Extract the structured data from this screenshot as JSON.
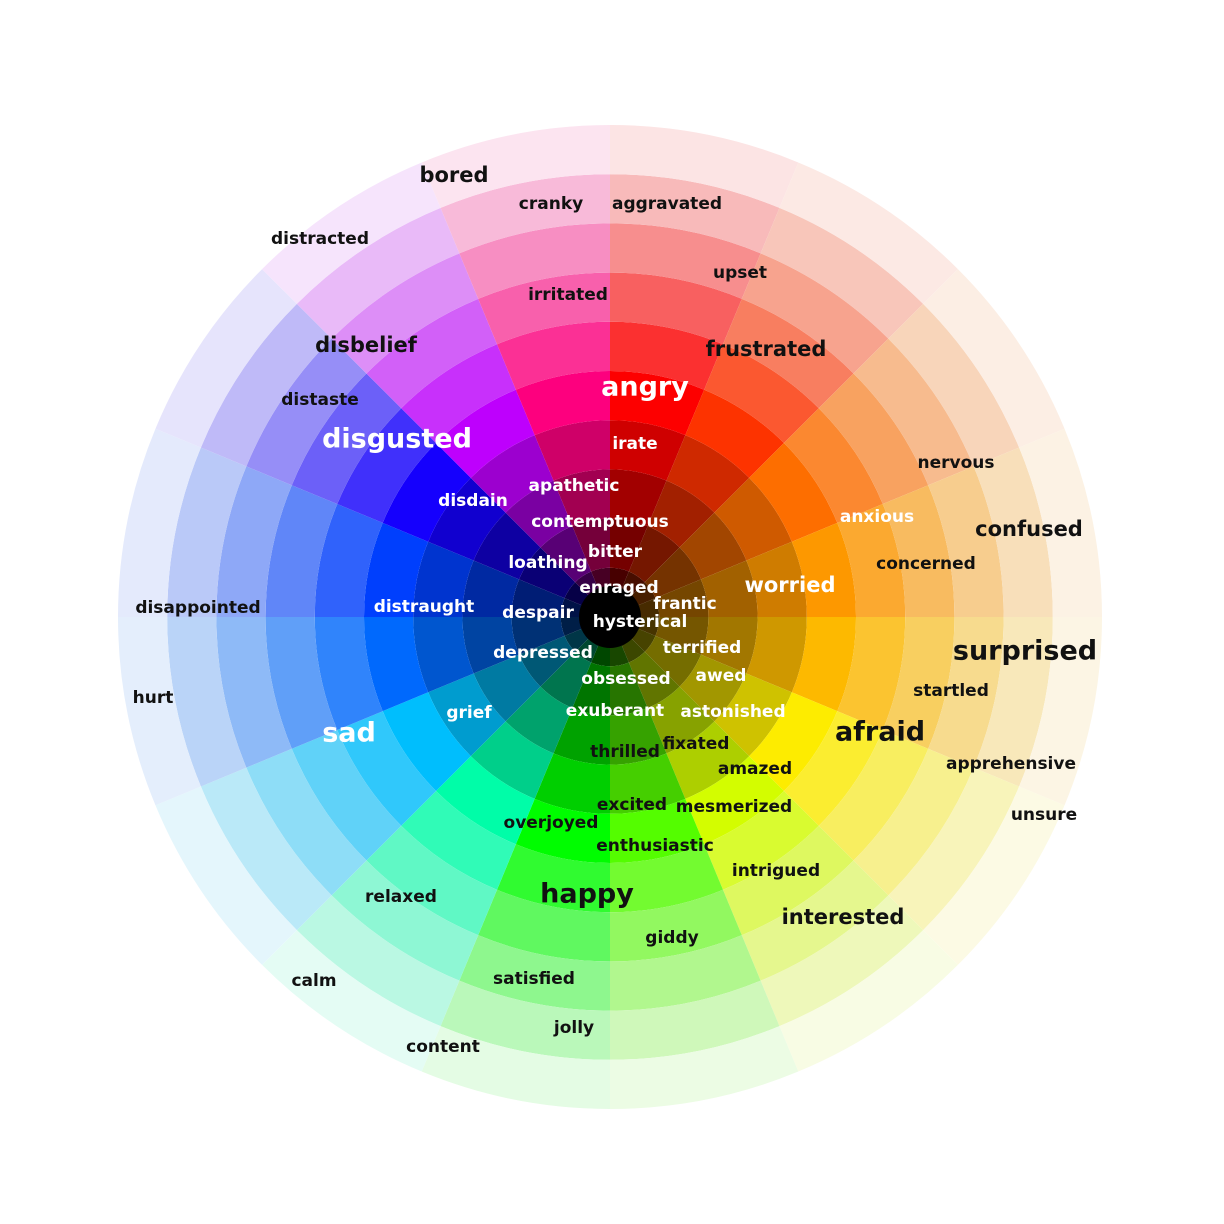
{
  "wheel": {
    "segments": 16,
    "rings": 10,
    "hue_start_deg": 0,
    "hue_step_deg": 22.5,
    "center_color": "#000000",
    "color_note": "hue per sector; rings go dark at center to pale at rim"
  },
  "labels": [
    {
      "text": "bored",
      "tone": "dark",
      "size": 2
    },
    {
      "text": "cranky",
      "tone": "dark",
      "size": 1
    },
    {
      "text": "aggravated",
      "tone": "dark",
      "size": 1
    },
    {
      "text": "distracted",
      "tone": "dark",
      "size": 1
    },
    {
      "text": "upset",
      "tone": "dark",
      "size": 1
    },
    {
      "text": "irritated",
      "tone": "dark",
      "size": 1
    },
    {
      "text": "disbelief",
      "tone": "dark",
      "size": 2
    },
    {
      "text": "frustrated",
      "tone": "dark",
      "size": 2
    },
    {
      "text": "angry",
      "tone": "light",
      "size": 3
    },
    {
      "text": "distaste",
      "tone": "dark",
      "size": 1
    },
    {
      "text": "disgusted",
      "tone": "light",
      "size": 3
    },
    {
      "text": "irate",
      "tone": "light",
      "size": 1
    },
    {
      "text": "nervous",
      "tone": "dark",
      "size": 1
    },
    {
      "text": "apathetic",
      "tone": "light",
      "size": 1
    },
    {
      "text": "disdain",
      "tone": "light",
      "size": 1
    },
    {
      "text": "anxious",
      "tone": "light",
      "size": 1
    },
    {
      "text": "contemptuous",
      "tone": "light",
      "size": 1
    },
    {
      "text": "confused",
      "tone": "dark",
      "size": 2
    },
    {
      "text": "bitter",
      "tone": "light",
      "size": 1
    },
    {
      "text": "loathing",
      "tone": "light",
      "size": 1
    },
    {
      "text": "concerned",
      "tone": "dark",
      "size": 1
    },
    {
      "text": "worried",
      "tone": "light",
      "size": 2
    },
    {
      "text": "enraged",
      "tone": "light",
      "size": 1
    },
    {
      "text": "frantic",
      "tone": "light",
      "size": 1
    },
    {
      "text": "disappointed",
      "tone": "dark",
      "size": 1
    },
    {
      "text": "distraught",
      "tone": "light",
      "size": 1
    },
    {
      "text": "despair",
      "tone": "light",
      "size": 1
    },
    {
      "text": "hysterical",
      "tone": "light",
      "size": 1
    },
    {
      "text": "terrified",
      "tone": "light",
      "size": 1
    },
    {
      "text": "surprised",
      "tone": "dark",
      "size": 3
    },
    {
      "text": "depressed",
      "tone": "light",
      "size": 1
    },
    {
      "text": "obsessed",
      "tone": "light",
      "size": 1
    },
    {
      "text": "awed",
      "tone": "light",
      "size": 1
    },
    {
      "text": "startled",
      "tone": "dark",
      "size": 1
    },
    {
      "text": "hurt",
      "tone": "dark",
      "size": 1
    },
    {
      "text": "grief",
      "tone": "light",
      "size": 1
    },
    {
      "text": "exuberant",
      "tone": "light",
      "size": 1
    },
    {
      "text": "astonished",
      "tone": "light",
      "size": 1
    },
    {
      "text": "sad",
      "tone": "light",
      "size": 3
    },
    {
      "text": "afraid",
      "tone": "dark",
      "size": 3
    },
    {
      "text": "fixated",
      "tone": "dark",
      "size": 1
    },
    {
      "text": "thrilled",
      "tone": "dark",
      "size": 1
    },
    {
      "text": "amazed",
      "tone": "dark",
      "size": 1
    },
    {
      "text": "apprehensive",
      "tone": "dark",
      "size": 1
    },
    {
      "text": "excited",
      "tone": "dark",
      "size": 1
    },
    {
      "text": "mesmerized",
      "tone": "dark",
      "size": 1
    },
    {
      "text": "unsure",
      "tone": "dark",
      "size": 1
    },
    {
      "text": "overjoyed",
      "tone": "dark",
      "size": 1
    },
    {
      "text": "enthusiastic",
      "tone": "dark",
      "size": 1
    },
    {
      "text": "relaxed",
      "tone": "dark",
      "size": 1
    },
    {
      "text": "intrigued",
      "tone": "dark",
      "size": 1
    },
    {
      "text": "happy",
      "tone": "dark",
      "size": 3
    },
    {
      "text": "interested",
      "tone": "dark",
      "size": 2
    },
    {
      "text": "giddy",
      "tone": "dark",
      "size": 1
    },
    {
      "text": "calm",
      "tone": "dark",
      "size": 1
    },
    {
      "text": "satisfied",
      "tone": "dark",
      "size": 1
    },
    {
      "text": "jolly",
      "tone": "dark",
      "size": 1
    },
    {
      "text": "content",
      "tone": "dark",
      "size": 1
    }
  ]
}
